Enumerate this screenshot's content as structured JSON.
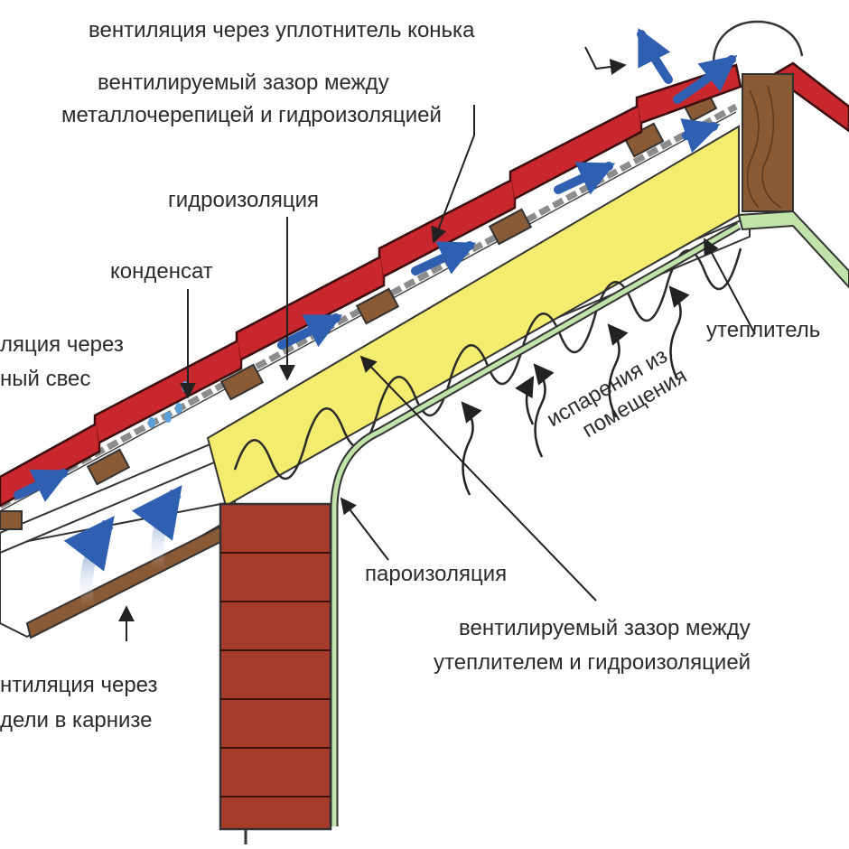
{
  "labels": {
    "ridge_vent": "вентиляция через уплотнитель конька",
    "gap_tile_1": "вентилируемый зазор между",
    "gap_tile_2": "металлочерепицей и гидроизоляцией",
    "waterproofing": "гидроизоляция",
    "condensate": "конденсат",
    "overhang_1": "ляция через",
    "overhang_2": "ный свес",
    "insulation": "утеплитель",
    "evap_1": "испарения из",
    "evap_2": "помещения",
    "vapor_barrier": "пароизоляция",
    "gap_insul_1": "вентилируемый зазор между",
    "gap_insul_2": "утеплителем и гидроизоляцией",
    "eaves_1": "нтиляция через",
    "eaves_2": "дели в карнизе"
  },
  "colors": {
    "tile": "#c8272d",
    "tile_dark": "#7a1418",
    "insulation": "#f3ec6e",
    "brick": "#a63b2a",
    "timber": "#8a5a35",
    "vapor_barrier": "#bfe3a8",
    "air_arrow": "#2f5fb0",
    "label": "#2b2b2b"
  }
}
